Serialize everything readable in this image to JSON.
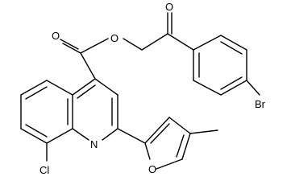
{
  "molecule": {
    "atom_labels": {
      "ester_oxygen": "O",
      "carbonyl_oxygen_ester": "O",
      "carbonyl_oxygen_ketone": "O",
      "bromine": "Br",
      "quinoline_nitrogen": "N",
      "chlorine": "Cl",
      "furan_oxygen": "O"
    }
  },
  "colors": {
    "bond": "#000000",
    "background": "#ffffff"
  }
}
